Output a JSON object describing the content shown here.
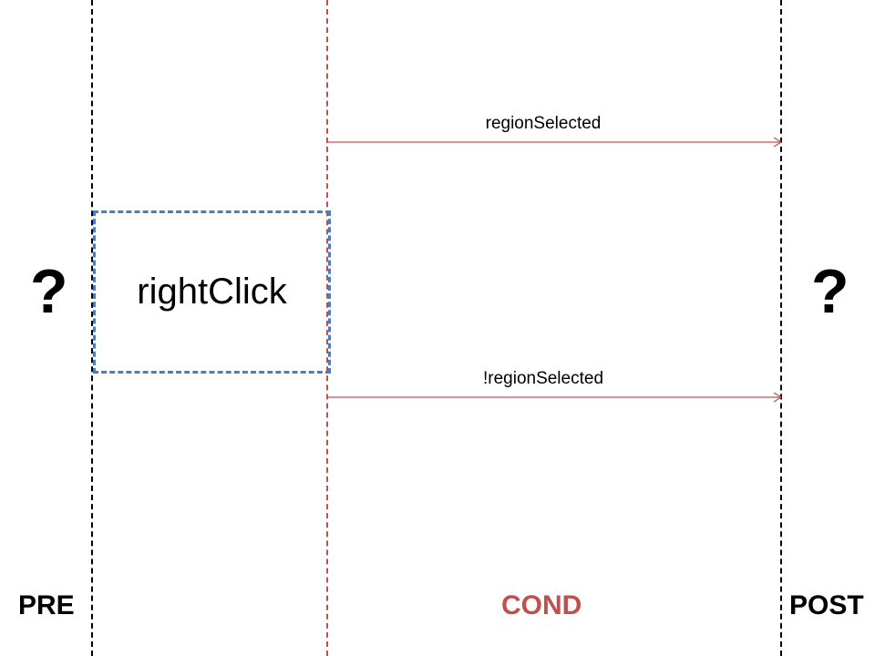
{
  "sections": {
    "pre": "PRE",
    "cond": "COND",
    "post": "POST"
  },
  "action": "rightClick",
  "pre_placeholder": "?",
  "post_placeholder": "?",
  "edges": [
    {
      "label": "regionSelected"
    },
    {
      "label": "!regionSelected"
    }
  ],
  "colors": {
    "boundary": "#000000",
    "cond_boundary": "#c0504d",
    "cond_label": "#c0504d",
    "action_border": "#4a7ebb",
    "arrow": "#c0504d"
  }
}
